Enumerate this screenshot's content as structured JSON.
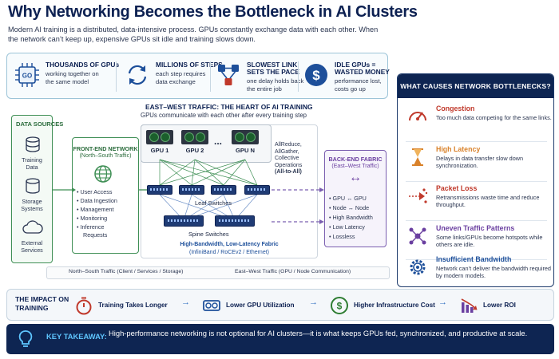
{
  "header": {
    "title": "Why Networking Becomes the Bottleneck in AI Clusters",
    "intro": "Modern AI training is a distributed, data-intensive process. GPUs constantly exchange data with each other. When the network can’t keep up, expensive GPUs sit idle and training slows down."
  },
  "stats": [
    {
      "icon": "gpu-chip-icon",
      "icon_label": "GO",
      "title": "THOUSANDS OF GPUs",
      "desc1": "working together on",
      "desc2": "the same model"
    },
    {
      "icon": "cycle-arrows-icon",
      "title": "MILLIONS OF STEPS",
      "desc1": "each step requires",
      "desc2": "data exchange"
    },
    {
      "icon": "slowest-link-icon",
      "title1": "SLOWEST LINK",
      "title2": "SETS THE PACE",
      "desc1": "one delay holds back",
      "desc2": "the entire job"
    },
    {
      "icon": "dollar-icon",
      "icon_label": "$",
      "title1": "IDLE GPUs =",
      "title2": "WASTED MONEY",
      "desc1": "performance lost,",
      "desc2": "costs go up"
    }
  ],
  "diagram": {
    "ew_title": "EAST–WEST TRAFFIC: THE HEART OF AI TRAINING",
    "ew_subtitle": "GPUs communicate with each other after every training step",
    "data_sources": {
      "title": "DATA SOURCES",
      "items": [
        {
          "icon": "database-icon",
          "line1": "Training",
          "line2": "Data"
        },
        {
          "icon": "storage-icon",
          "line1": "Storage",
          "line2": "Systems"
        },
        {
          "icon": "cloud-icon",
          "line1": "External",
          "line2": "Services"
        }
      ]
    },
    "front_end": {
      "title": "FRONT-END NETWORK",
      "subtitle": "(North–South Traffic)",
      "items": [
        "User Access",
        "Data Ingestion",
        "Management",
        "Monitoring",
        "Inference",
        "Requests"
      ]
    },
    "gpus": [
      "GPU 1",
      "GPU 2",
      "GPU N"
    ],
    "gpu_ellipsis": "...",
    "collective": [
      "AllReduce,",
      "AllGather,",
      "Collective",
      "Operations"
    ],
    "collective_bold": "(All-to-All)",
    "leaf_label": "Leaf Switches",
    "spine_label": "Spine Switches",
    "fabric_line1": "High-Bandwidth, Low-Latency Fabric",
    "fabric_line2": "(InfiniBand / RoCEv2 / Ethernet)",
    "back_end": {
      "title": "BACK-END FABRIC",
      "subtitle": "(East–West Traffic)",
      "arrow": "↔",
      "items": [
        "GPU ↔ GPU",
        "Node ↔ Node",
        "High Bandwidth",
        "Low Latency",
        "Lossless"
      ]
    },
    "legend": {
      "ns": "North–South Traffic (Client / Services / Storage)",
      "ew": "East–West Traffic (GPU / Node Communication)"
    }
  },
  "causes": {
    "title": "WHAT CAUSES NETWORK BOTTLENECKS?",
    "items": [
      {
        "icon": "gauge-icon",
        "title": "Congestion",
        "desc": "Too much data competing for the same links.",
        "color": "#c0392b"
      },
      {
        "icon": "hourglass-icon",
        "title": "High Latency",
        "desc": "Delays in data transfer slow down synchronization.",
        "color": "#d9822b"
      },
      {
        "icon": "packet-loss-icon",
        "title": "Packet Loss",
        "desc": "Retransmissions waste time and reduce throughput.",
        "color": "#c0392b"
      },
      {
        "icon": "network-nodes-icon",
        "title": "Uneven Traffic Patterns",
        "desc": "Some links/GPUs become hotspots while others are idle.",
        "color": "#6a3fa0"
      },
      {
        "icon": "gear-icon",
        "title": "Insufficient Bandwidth",
        "desc": "Network can’t deliver the bandwidth required by modern models.",
        "color": "#1d4f9a"
      }
    ]
  },
  "impact": {
    "title": "THE IMPACT ON TRAINING",
    "items": [
      {
        "icon": "stopwatch-icon",
        "label": "Training Takes Longer"
      },
      {
        "icon": "gpu-utilization-icon",
        "label": "Lower GPU Utilization"
      },
      {
        "icon": "dollar-circle-icon",
        "label": "Higher Infrastructure Cost"
      },
      {
        "icon": "declining-chart-icon",
        "label": "Lower ROI"
      }
    ],
    "arrow": "→"
  },
  "takeaway": {
    "label": "KEY TAKEAWAY:",
    "text": "High-performance networking is not optional for AI clusters—it is what keeps GPUs fed, synchronized, and productive at scale."
  },
  "colors": {
    "navy": "#0e2552",
    "north_south": "#3f8f55",
    "east_west": "#7b5fb0",
    "accent": "#2d6cc0"
  }
}
